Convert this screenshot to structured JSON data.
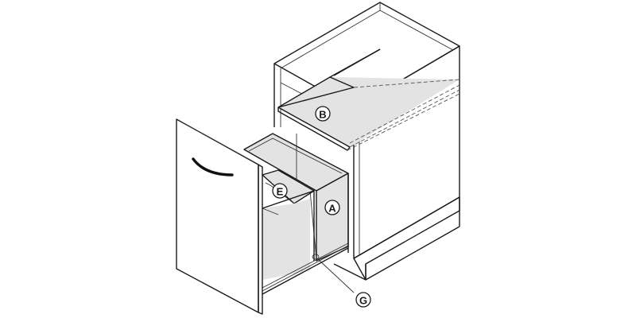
{
  "diagram": {
    "subject": "Base cabinet with pull-out waste bin system",
    "colors": {
      "line": "#1a1a1a",
      "bin_fill": "#e3e3e3",
      "background": "#ffffff"
    },
    "labels": [
      {
        "id": "A",
        "text": "A",
        "part": "large bin"
      },
      {
        "id": "B",
        "text": "B",
        "part": "shelf / lid panel"
      },
      {
        "id": "E",
        "text": "E",
        "part": "small bin"
      },
      {
        "id": "G",
        "text": "G",
        "part": "runner / foot"
      }
    ]
  }
}
